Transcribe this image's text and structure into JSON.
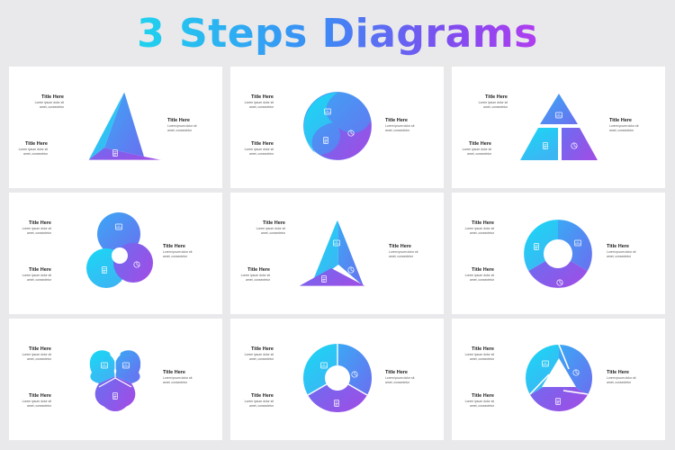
{
  "title": "3 Steps Diagrams",
  "label": {
    "title": "Title Here",
    "body": "Lorem ipsum dolor sit amet, consectetur"
  },
  "colors": {
    "cyan": "#27d3f2",
    "blue": "#4a86f3",
    "purple": "#8a55e8",
    "background": "#e9e9eb",
    "card": "#ffffff"
  },
  "icons": [
    "chart-icon",
    "pie-icon",
    "document-icon"
  ]
}
